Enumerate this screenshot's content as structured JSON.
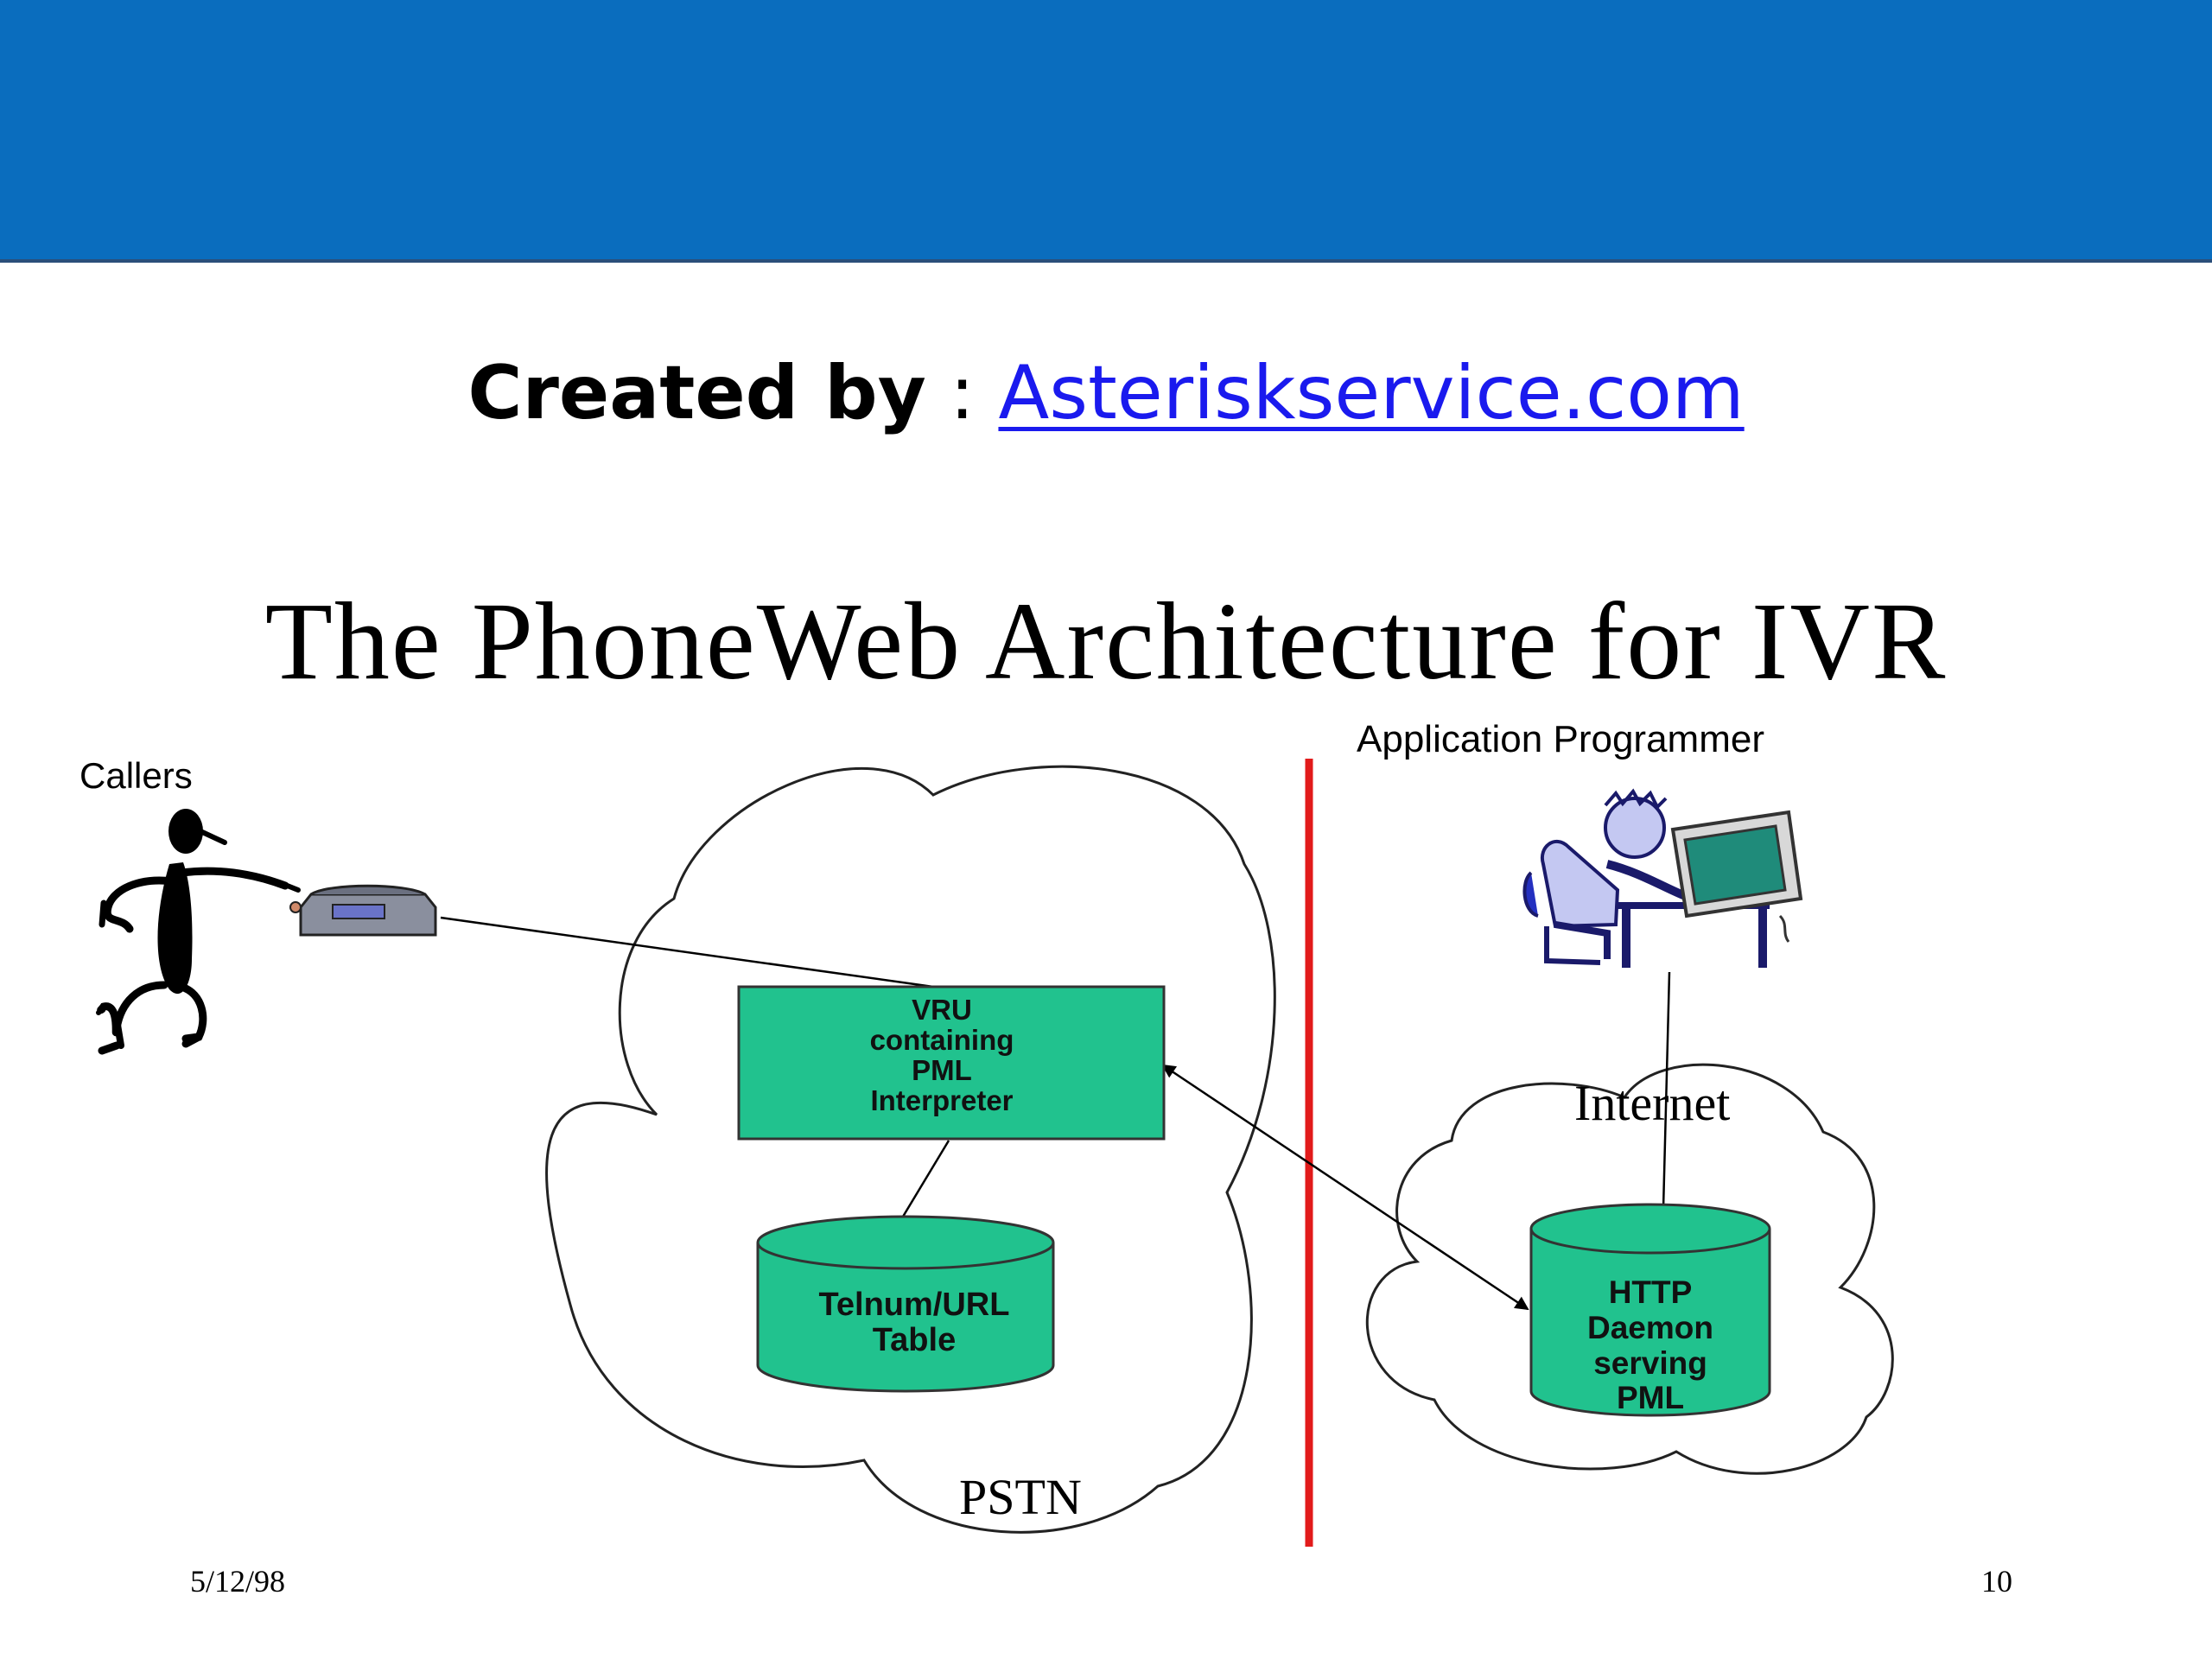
{
  "header": {
    "created_label": "Created by",
    "separator": " : ",
    "created_link": "Asteriskservice.com"
  },
  "slide": {
    "title": "The PhoneWeb Architecture for IVR",
    "date": "5/12/98",
    "page_number": "10"
  },
  "diagram": {
    "callers_label": "Callers",
    "programmer_label": "Application Programmer",
    "vru_lines": [
      "VRU",
      "containing",
      "PML",
      "Interpreter"
    ],
    "table_lines": [
      "Telnum/URL",
      "Table"
    ],
    "http_lines": [
      "HTTP",
      "Daemon",
      "serving",
      "PML"
    ],
    "pstn_label": "PSTN",
    "internet_label": "Internet",
    "colors": {
      "banner": "#0a6dbe",
      "box_fill": "#21c28e",
      "divider": "#e21b1b",
      "link": "#1a1aee"
    }
  }
}
